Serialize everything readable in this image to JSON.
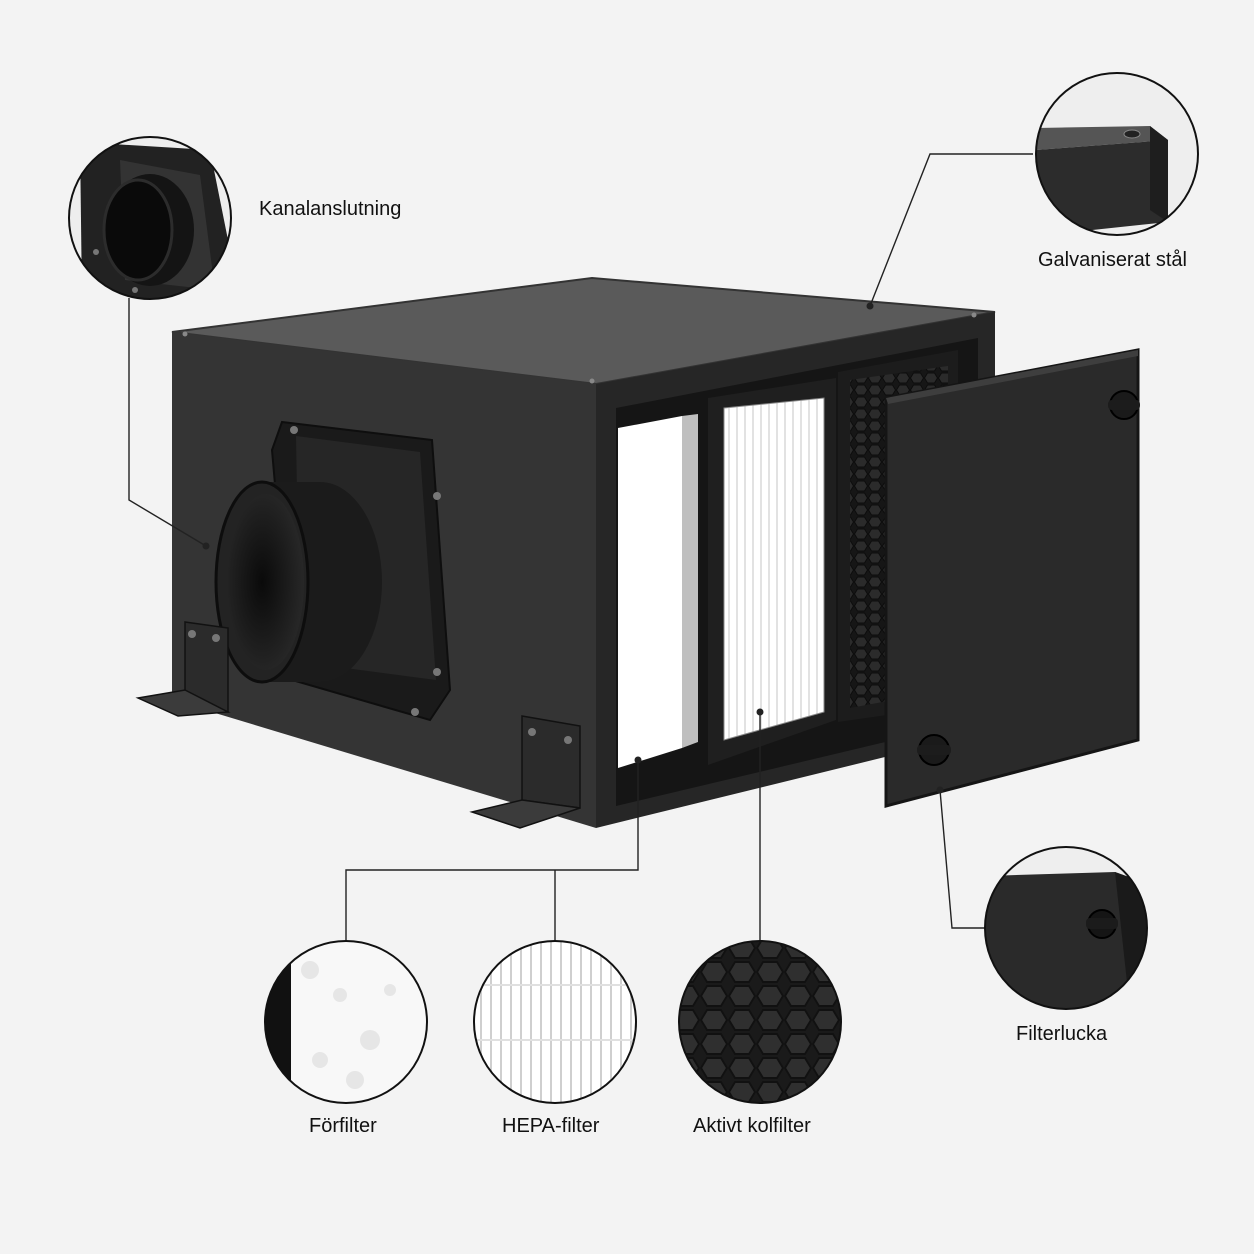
{
  "callouts": {
    "duct_connection": "Kanalanslutning",
    "galvanized_steel": "Galvaniserat stål",
    "filter_door": "Filterlucka",
    "pre_filter": "Förfilter",
    "hepa_filter": "HEPA-filter",
    "carbon_filter": "Aktivt kolfilter"
  },
  "colors": {
    "background": "#f3f3f3",
    "housing": "#2e2e2e",
    "housing_top": "#4a4a4a",
    "filter_white": "#ffffff",
    "callout_line": "#222222"
  }
}
